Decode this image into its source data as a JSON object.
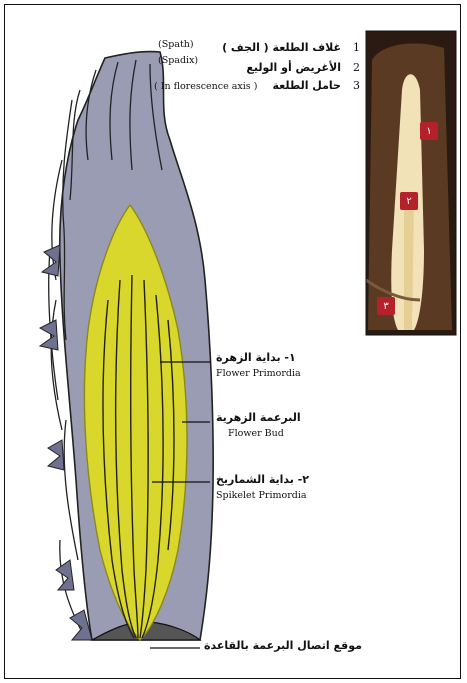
{
  "legend": [
    {
      "num": "1",
      "ar": "غلاف الطلعة ( الجف )",
      "en": "(Spath)"
    },
    {
      "num": "2",
      "ar": "الأغريض أو الوليع",
      "en": "(Spadix)"
    },
    {
      "num": "3",
      "ar": "حامل الطلعة",
      "en": "( In florescence axis )"
    }
  ],
  "photo_tags": [
    "١",
    "٢",
    "٣"
  ],
  "labels": {
    "flower_primordia_ar": "١- بداية الزهرة",
    "flower_primordia_en": "Flower Primordia",
    "flower_bud_ar": "البرعمة الزهرية",
    "flower_bud_en": "Flower Bud",
    "spikelet_ar": "٢- بداية الشماريخ",
    "spikelet_en": "Spikelet  Primordia",
    "base_ar": "موقع اتصال البرعمة بالقاعدة"
  },
  "colors": {
    "sheath": "#9a9cb3",
    "sheath_dark": "#6f7190",
    "bud": "#d9d62c",
    "bud_edge": "#8a8a1a",
    "photo_bg": "#2a1a12",
    "photo_core": "#f1e2b8",
    "tag": "#b5212a"
  }
}
